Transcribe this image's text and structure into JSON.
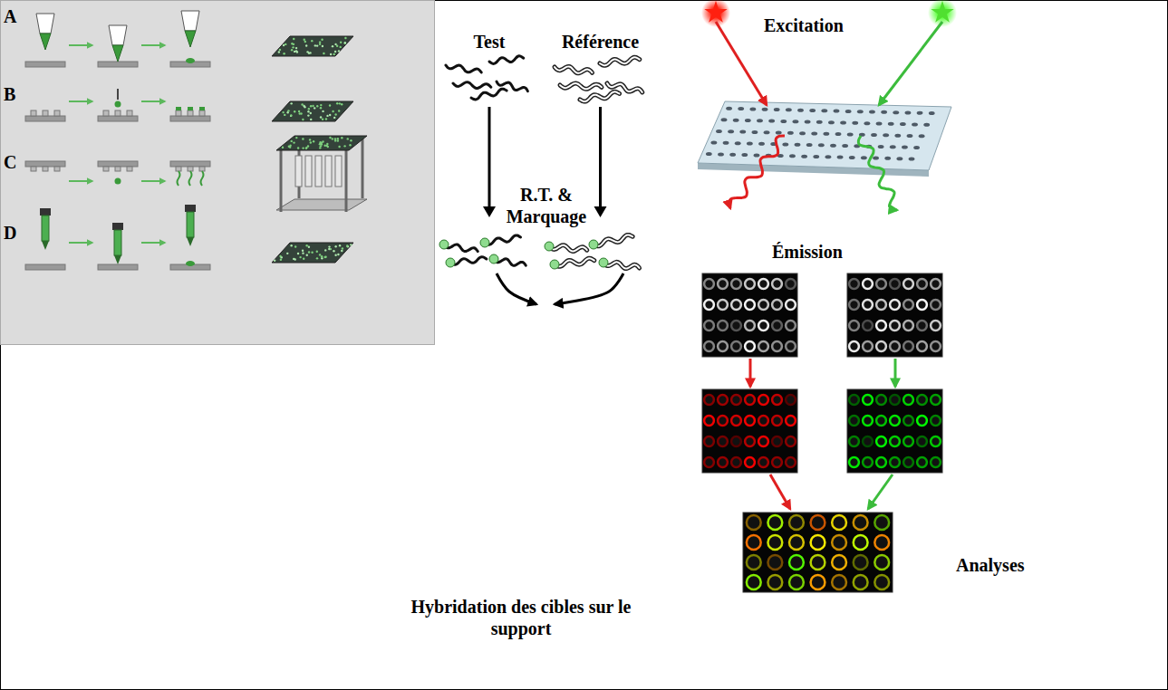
{
  "diagram": {
    "nodes": [
      {
        "text": [
          "Test"
        ]
      },
      {
        "text": [
          "Référence"
        ]
      },
      {
        "text": [
          "Hybridation des cibles sur le support"
        ]
      }
    ],
    "edges": [
      {
        "from": 0,
        "to": 2,
        "arrow": "to"
      },
      {
        "from": 1,
        "to": 2,
        "arrow": "to"
      }
    ],
    "labels": [
      "A",
      "B",
      "C",
      "D",
      "R.T. & Marquage",
      "Excitation",
      "Émission",
      "Analyses"
    ]
  }
}
